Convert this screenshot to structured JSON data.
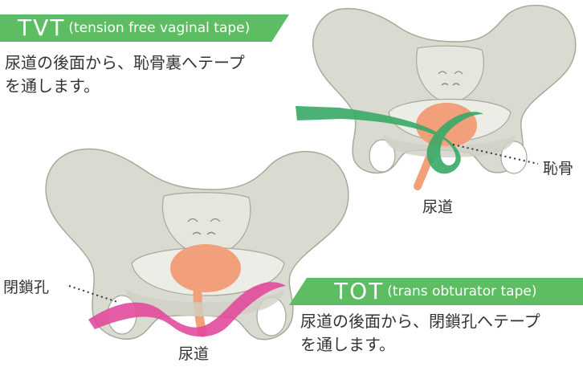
{
  "colors": {
    "banner_green": "#5ebd62",
    "tape_green": "#37a866",
    "tape_pink": "#e0479a",
    "bone": "#d9dad0",
    "bone_outline": "#a8a99c",
    "bladder": "#f2a07b"
  },
  "tvt": {
    "abbr": "TVT",
    "full": "(tension free vaginal tape)",
    "desc_line1": "尿道の後面から、恥骨裏へテープ",
    "desc_line2": "を通します。"
  },
  "tot": {
    "abbr": "TOT",
    "full": "(trans obturator tape)",
    "desc_line1": "尿道の後面から、閉鎖孔へテープ",
    "desc_line2": "を通します。"
  },
  "labels": {
    "pubis": "恥骨",
    "urethra_top": "尿道",
    "obturator": "閉鎖孔",
    "urethra_bottom": "尿道"
  }
}
